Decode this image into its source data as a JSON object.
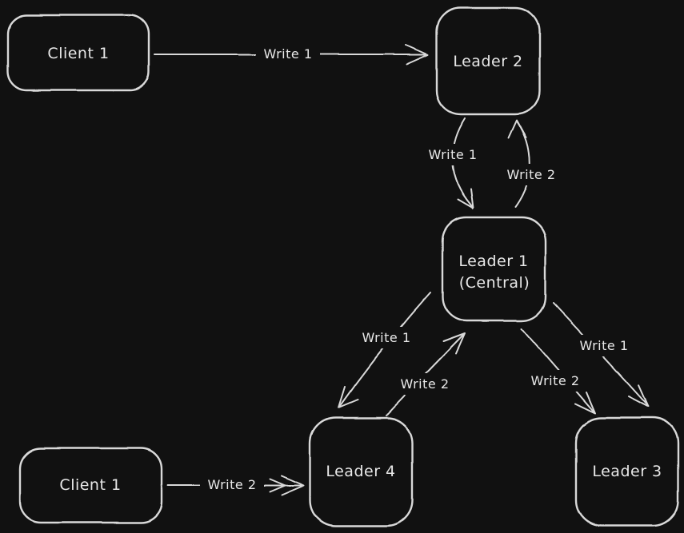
{
  "canvas": {
    "background": "#111111",
    "stroke": "#d9d9d9",
    "text": "#e8e8e8"
  },
  "nodes": {
    "client1_top": {
      "label": "Client 1"
    },
    "leader2": {
      "label": "Leader 2"
    },
    "leader1": {
      "label": "Leader 1",
      "sublabel": "(Central)"
    },
    "leader4": {
      "label": "Leader 4"
    },
    "leader3": {
      "label": "Leader 3"
    },
    "client1_bottom": {
      "label": "Client 1"
    }
  },
  "edges": {
    "client1_to_leader2": {
      "label": "Write 1"
    },
    "leader2_to_leader1": {
      "label": "Write 1"
    },
    "leader1_to_leader2": {
      "label": "Write 2"
    },
    "leader1_to_leader4": {
      "label": "Write 1"
    },
    "leader4_to_leader1": {
      "label": "Write 2"
    },
    "leader1_to_leader3_w1": {
      "label": "Write 1"
    },
    "leader1_to_leader3_w2": {
      "label": "Write 2"
    },
    "client1_to_leader4": {
      "label": "Write 2"
    }
  }
}
